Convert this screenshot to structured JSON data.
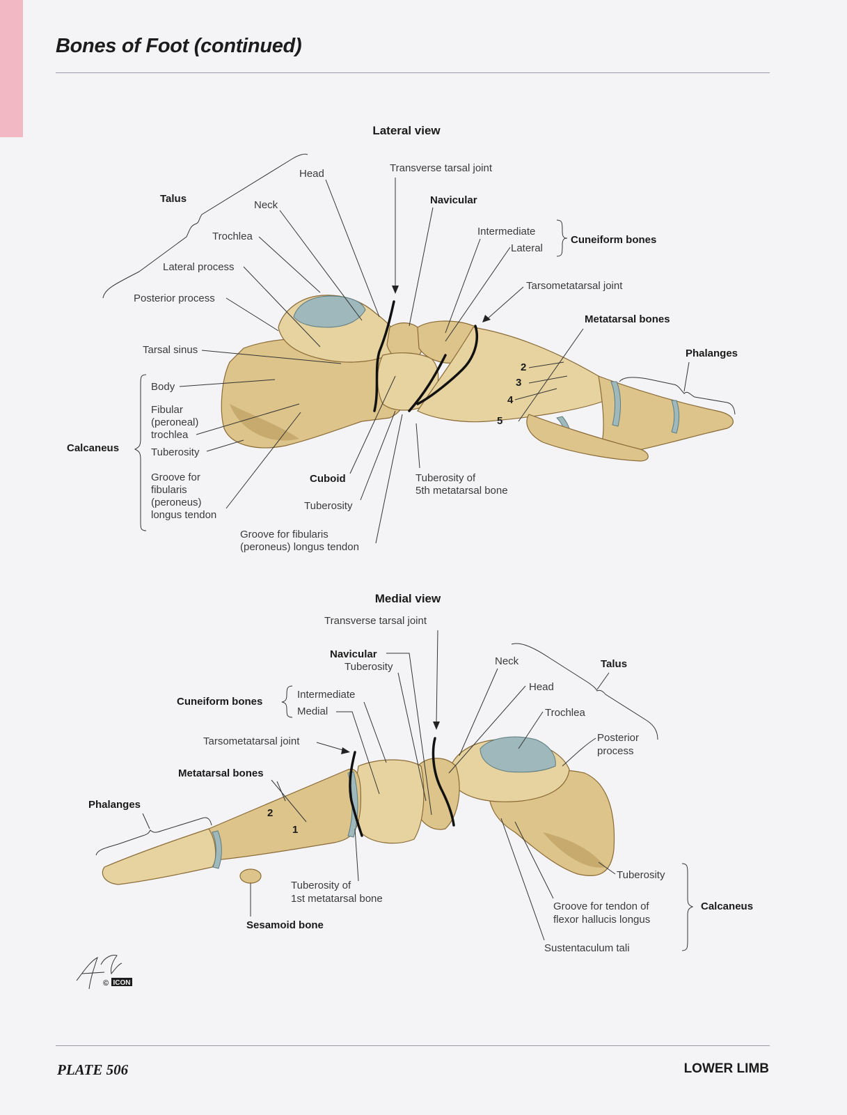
{
  "header": {
    "title": "Bones of Foot (continued)"
  },
  "footer": {
    "plate": "PLATE 506",
    "section": "LOWER LIMB"
  },
  "signature": "F. Netter M.D. © ICON",
  "colors": {
    "tab": "#f2b8c4",
    "bone": "#dcc48a",
    "cartilage": "#9fb8bc"
  },
  "lateral": {
    "view_title": "Lateral view",
    "talus": "Talus",
    "head": "Head",
    "neck": "Neck",
    "trochlea": "Trochlea",
    "lateral_process": "Lateral process",
    "posterior_process": "Posterior process",
    "tarsal_sinus": "Tarsal sinus",
    "transverse_tarsal_joint": "Transverse tarsal joint",
    "navicular": "Navicular",
    "intermediate": "Intermediate",
    "lateral": "Lateral",
    "cuneiform_bones": "Cuneiform bones",
    "tarsometatarsal_joint": "Tarsometatarsal joint",
    "metatarsal_bones": "Metatarsal bones",
    "phalanges": "Phalanges",
    "calcaneus": "Calcaneus",
    "body": "Body",
    "fibular_trochlea": [
      "Fibular",
      "(peroneal)",
      "trochlea"
    ],
    "tuberosity": "Tuberosity",
    "groove_calcaneus": [
      "Groove for",
      "fibularis",
      "(peroneus)",
      "longus tendon"
    ],
    "cuboid": "Cuboid",
    "cuboid_tuberosity": "Tuberosity",
    "groove_cuboid": [
      "Groove for fibularis",
      "(peroneus) longus tendon"
    ],
    "tuberosity_5th": [
      "Tuberosity of",
      "5th metatarsal bone"
    ],
    "numbers": [
      "2",
      "3",
      "4",
      "5"
    ]
  },
  "medial": {
    "view_title": "Medial view",
    "transverse_tarsal_joint": "Transverse tarsal joint",
    "navicular": "Navicular",
    "navicular_tuberosity": "Tuberosity",
    "cuneiform_bones": "Cuneiform bones",
    "intermediate": "Intermediate",
    "medial": "Medial",
    "tarsometatarsal_joint": "Tarsometatarsal joint",
    "metatarsal_bones": "Metatarsal bones",
    "phalanges": "Phalanges",
    "neck": "Neck",
    "head": "Head",
    "trochlea": "Trochlea",
    "talus": "Talus",
    "posterior_process": [
      "Posterior",
      "process"
    ],
    "tuberosity": "Tuberosity",
    "calcaneus": "Calcaneus",
    "groove_flexor": [
      "Groove for tendon of",
      "flexor hallucis longus"
    ],
    "sustentaculum": "Sustentaculum tali",
    "tuberosity_1st": [
      "Tuberosity of",
      "1st metatarsal bone"
    ],
    "sesamoid": "Sesamoid bone",
    "numbers": [
      "2",
      "1"
    ]
  }
}
